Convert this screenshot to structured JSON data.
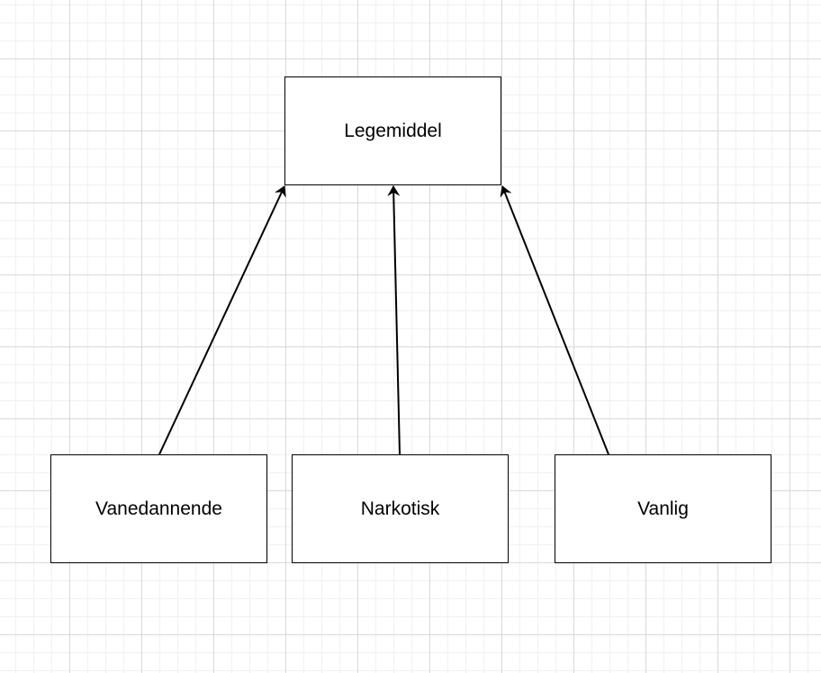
{
  "colors": {
    "stroke": "#000000",
    "node_fill": "#ffffff",
    "grid_major": "#d9d9d9",
    "grid_minor": "#f0f0f0"
  },
  "nodes": {
    "legemiddel": {
      "label": "Legemiddel"
    },
    "vanedannende": {
      "label": "Vanedannende"
    },
    "narkotisk": {
      "label": "Narkotisk"
    },
    "vanlig": {
      "label": "Vanlig"
    }
  },
  "edges": [
    {
      "from": "Vanedannende",
      "to": "Legemiddel",
      "arrow": "block"
    },
    {
      "from": "Narkotisk",
      "to": "Legemiddel",
      "arrow": "block"
    },
    {
      "from": "Vanlig",
      "to": "Legemiddel",
      "arrow": "block"
    }
  ]
}
